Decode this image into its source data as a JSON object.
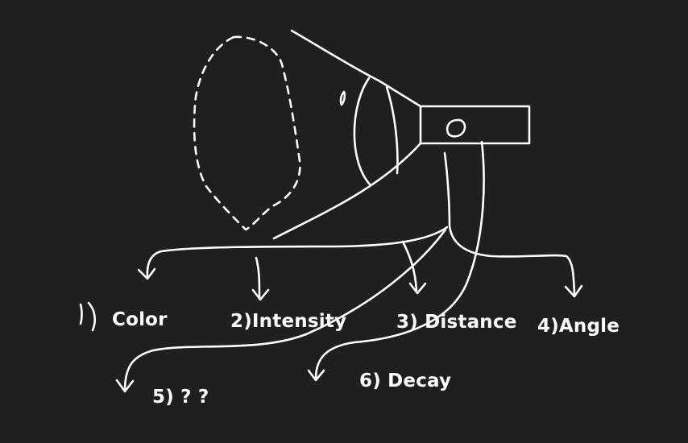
{
  "diagram": {
    "background": "#1f1f1f",
    "ink": "#ffffff",
    "labels": [
      {
        "id": "color",
        "text": "Color"
      },
      {
        "id": "intensity",
        "text": "2)Intensity"
      },
      {
        "id": "distance",
        "text": "3) Distance"
      },
      {
        "id": "angle",
        "text": "4)Angle"
      },
      {
        "id": "decay",
        "text": "6) Decay"
      },
      {
        "id": "unknown",
        "text": "5) ? ?"
      }
    ]
  }
}
